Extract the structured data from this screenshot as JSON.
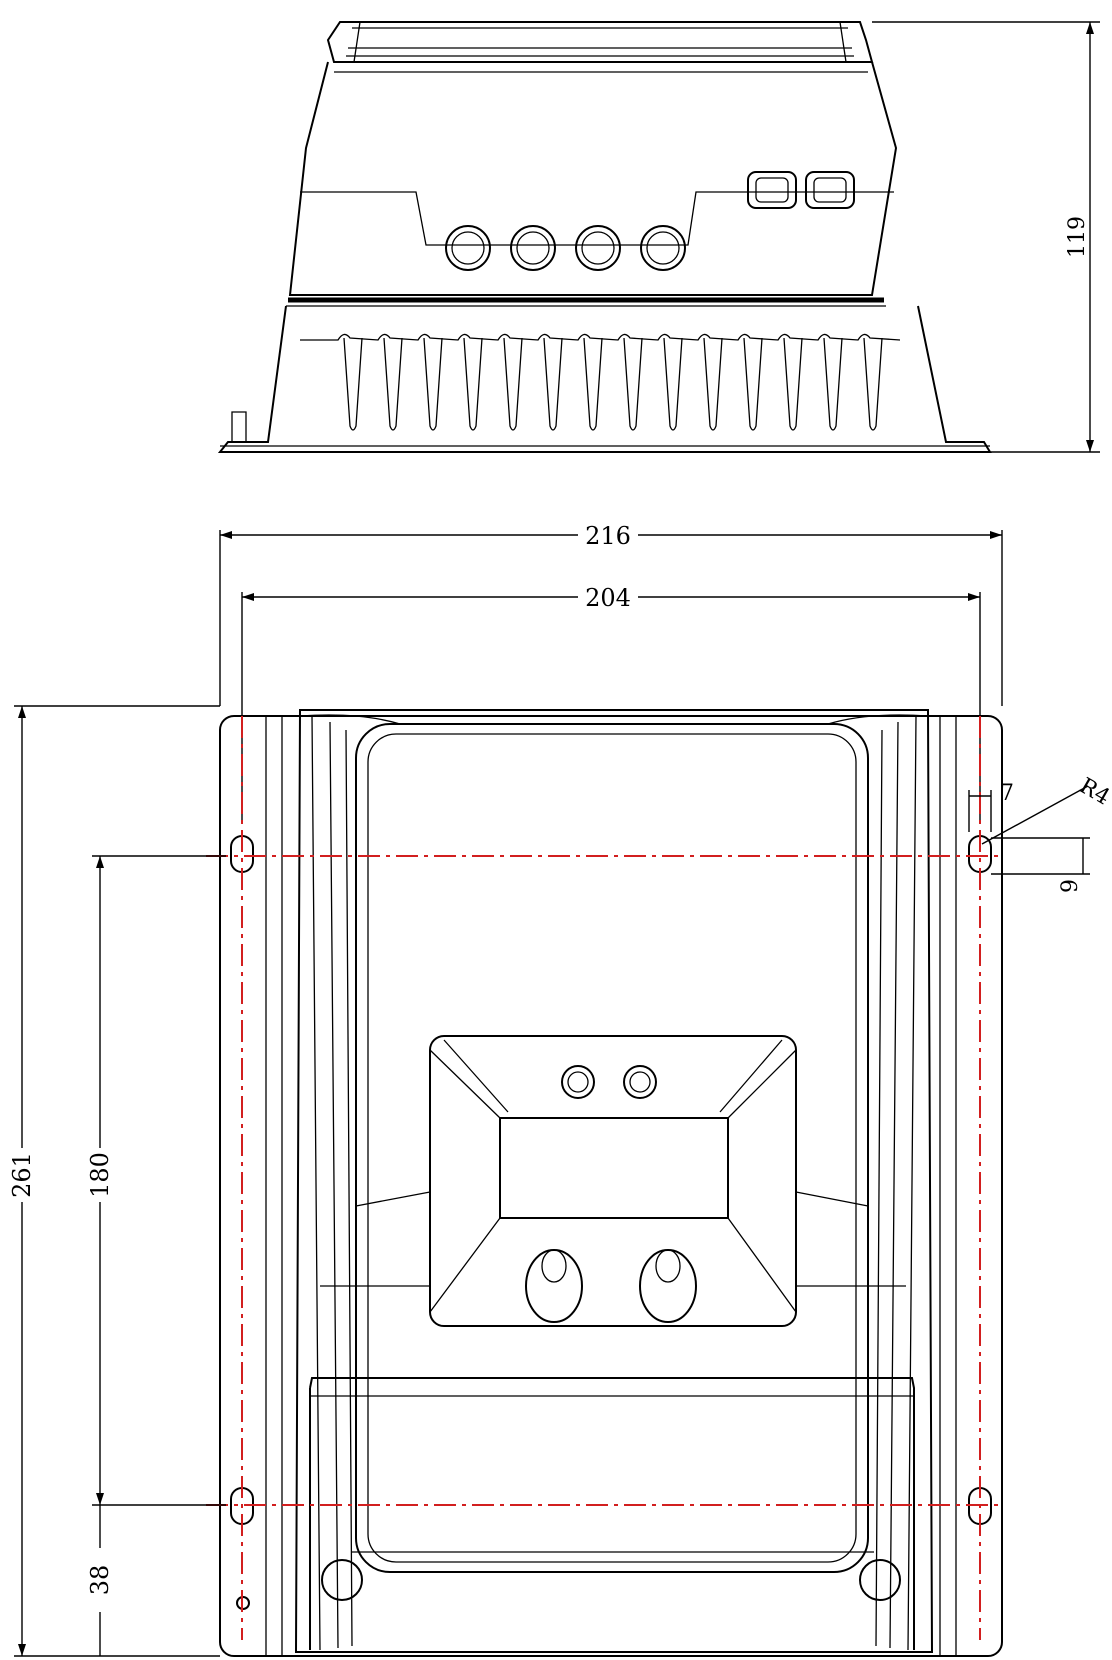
{
  "drawing": {
    "colors": {
      "line": "#000000",
      "center_line": "#d21f1f",
      "background": "#ffffff"
    },
    "dimensions": {
      "height_side": "119",
      "overall_width": "216",
      "hole_spacing_width": "204",
      "overall_length": "261",
      "hole_spacing_length": "180",
      "bottom_hole_offset": "38",
      "slot_width": "7",
      "slot_length": "9",
      "slot_radius": "R4"
    }
  }
}
